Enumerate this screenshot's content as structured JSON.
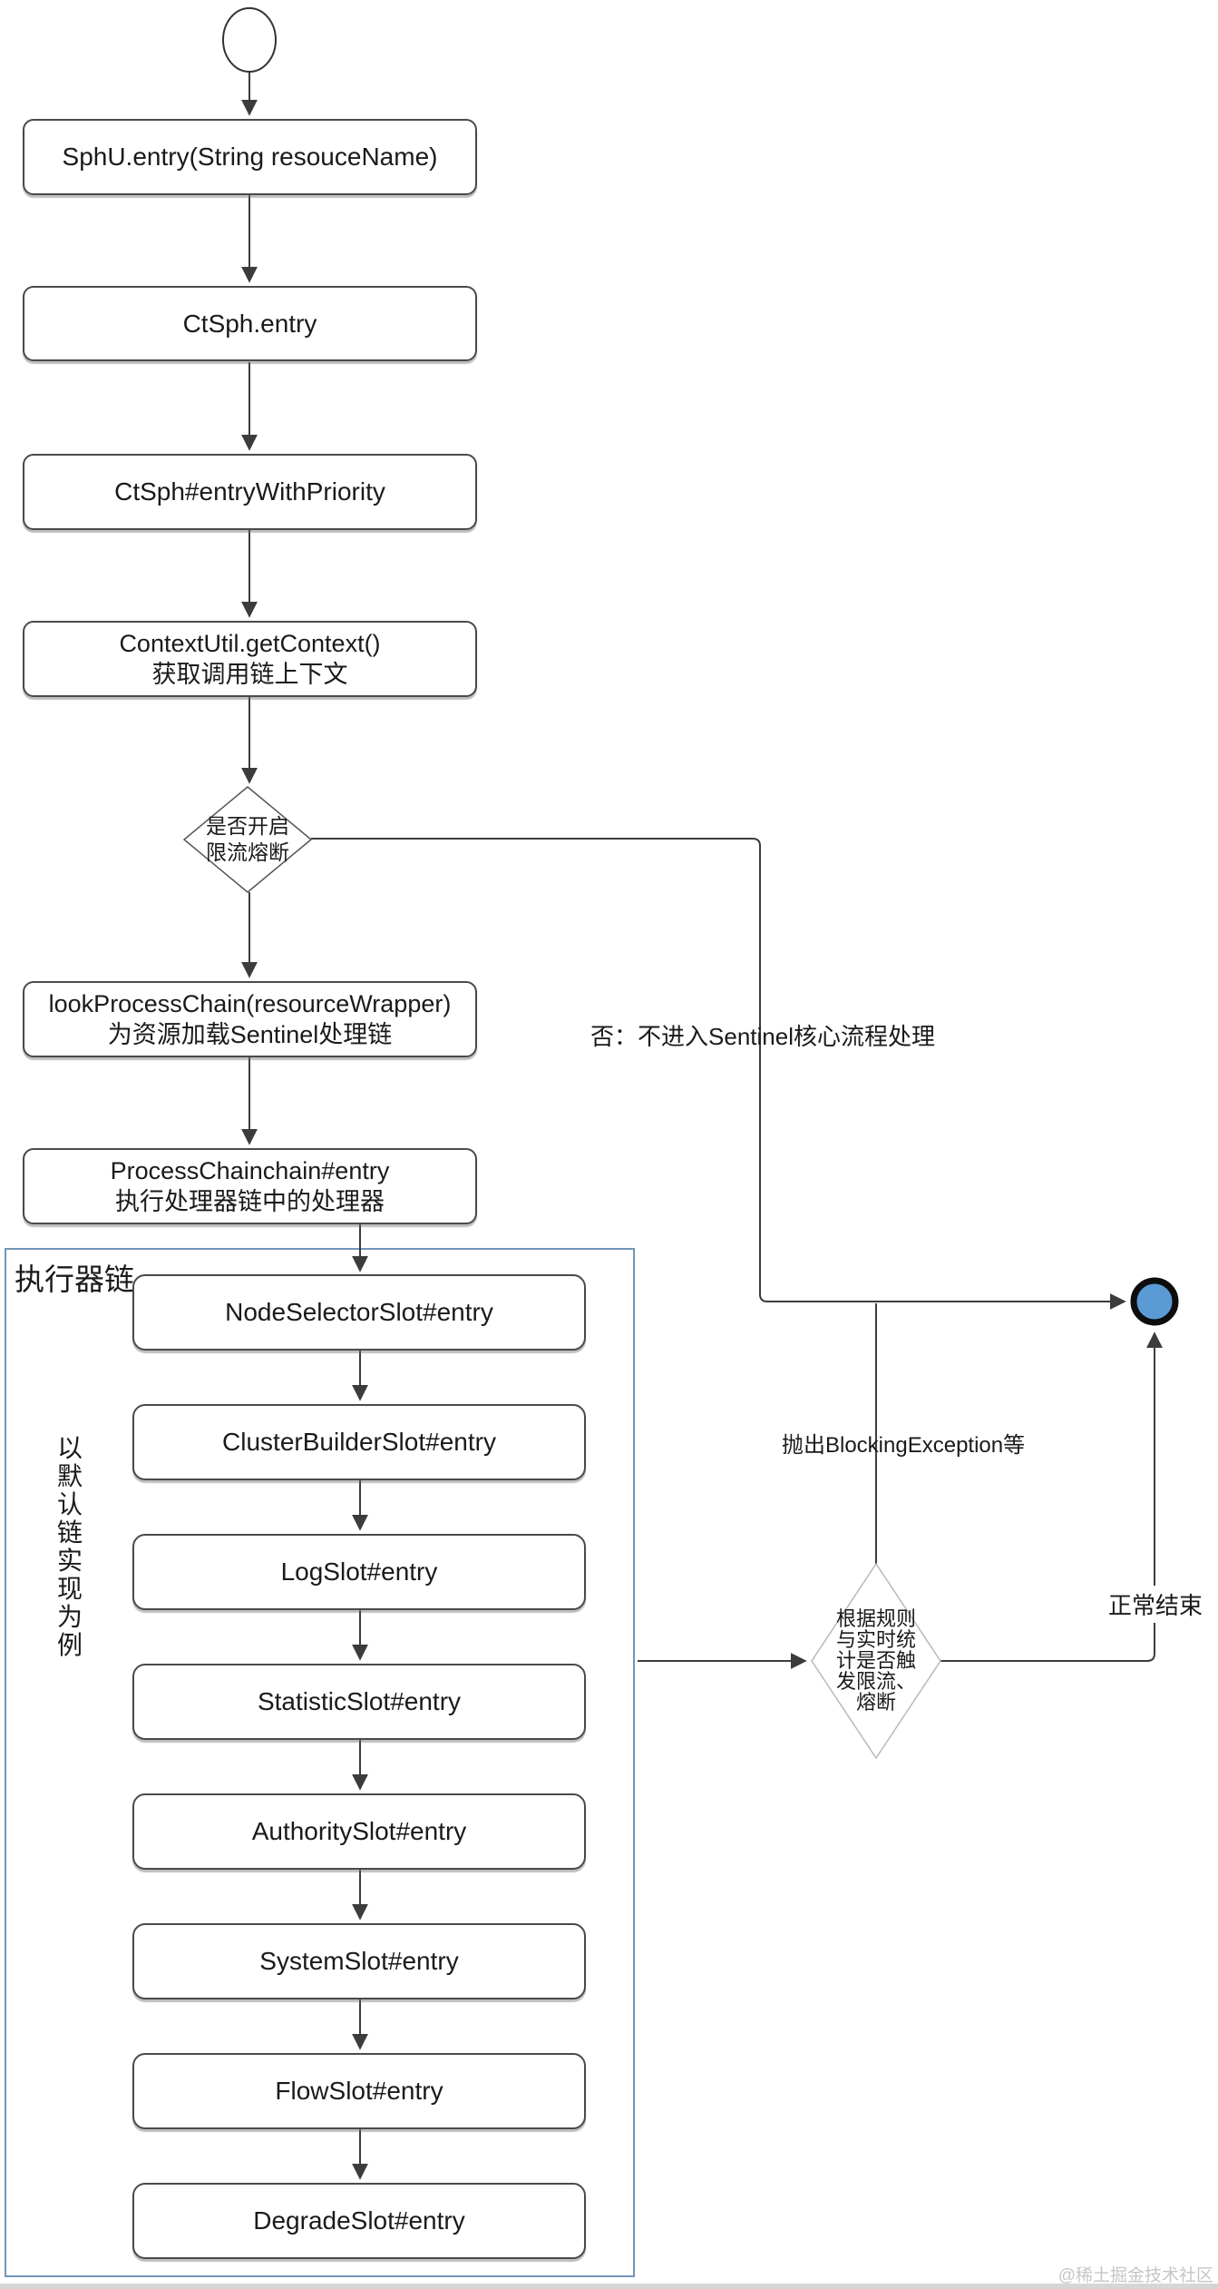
{
  "flow": {
    "sphu_entry": "SphU.entry(String resouceName)",
    "ctsph_entry": "CtSph.entry",
    "entry_with_priority": "CtSph#entryWithPriority",
    "get_context": {
      "line1": "ContextUtil.getContext()",
      "line2": "获取调用链上下文"
    },
    "decision_open_check": "是否开启\n限流熔断",
    "look_process_chain": {
      "line1": "lookProcessChain(resourceWrapper)",
      "line2": "为资源加载Sentinel处理链"
    },
    "process_chain_entry": {
      "line1": "ProcessChainchain#entry",
      "line2": "执行处理器链中的处理器"
    }
  },
  "executor_chain": {
    "title": "执行器链",
    "side_note": "以默认链实现为例",
    "slots": [
      "NodeSelectorSlot#entry",
      "ClusterBuilderSlot#entry",
      "LogSlot#entry",
      "StatisticSlot#entry",
      "AuthoritySlot#entry",
      "SystemSlot#entry",
      "FlowSlot#entry",
      "DegradeSlot#entry"
    ]
  },
  "branches": {
    "no_branch": "否：不进入Sentinel核心流程处理",
    "throw_label": "抛出BlockingException等",
    "normal_end": "正常结束",
    "decision_trigger_check": "根据规则\n与实时统\n计是否触\n发限流、\n熔断"
  },
  "watermark": "@稀土掘金技术社区",
  "colors": {
    "end_node_fill": "#5b9bd5",
    "container_border": "#7396b8",
    "line": "#3c3c3c",
    "watermark": "#c6c6c6"
  }
}
